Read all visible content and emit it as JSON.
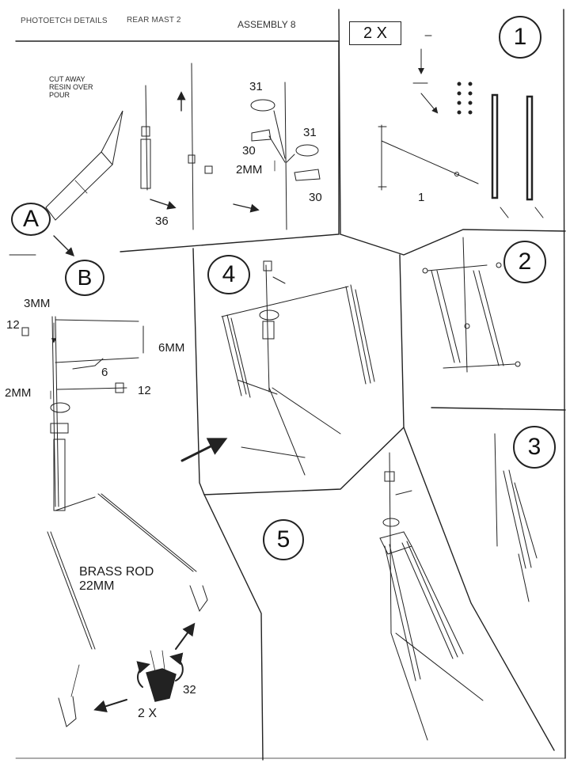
{
  "header": {
    "left": "PHOTOETCH DETAILS",
    "middle": "REAR MAST  2",
    "right": "ASSEMBLY 8"
  },
  "step_labels": {
    "a": "A",
    "b": "B",
    "s1": "1",
    "s2": "2",
    "s3": "3",
    "s4": "4",
    "s5": "5",
    "qty_box": "2 X"
  },
  "notes": {
    "cut_away": "CUT AWAY RESIN OVER POUR",
    "brass_rod": "BRASS ROD 22MM",
    "qty_bottom": "2 X"
  },
  "dimensions": {
    "d2mm_top": "2MM",
    "d3mm": "3MM",
    "d6mm": "6MM",
    "d2mm_left": "2MM"
  },
  "parts": {
    "p31a": "31",
    "p31b": "31",
    "p30a": "30",
    "p30b": "30",
    "p36": "36",
    "p1": "1",
    "p12a": "12",
    "p12b": "12",
    "p6": "6",
    "p32": "32"
  },
  "colors": {
    "ink": "#1a1a1a",
    "paper": "#ffffff",
    "shade": "#222222"
  }
}
